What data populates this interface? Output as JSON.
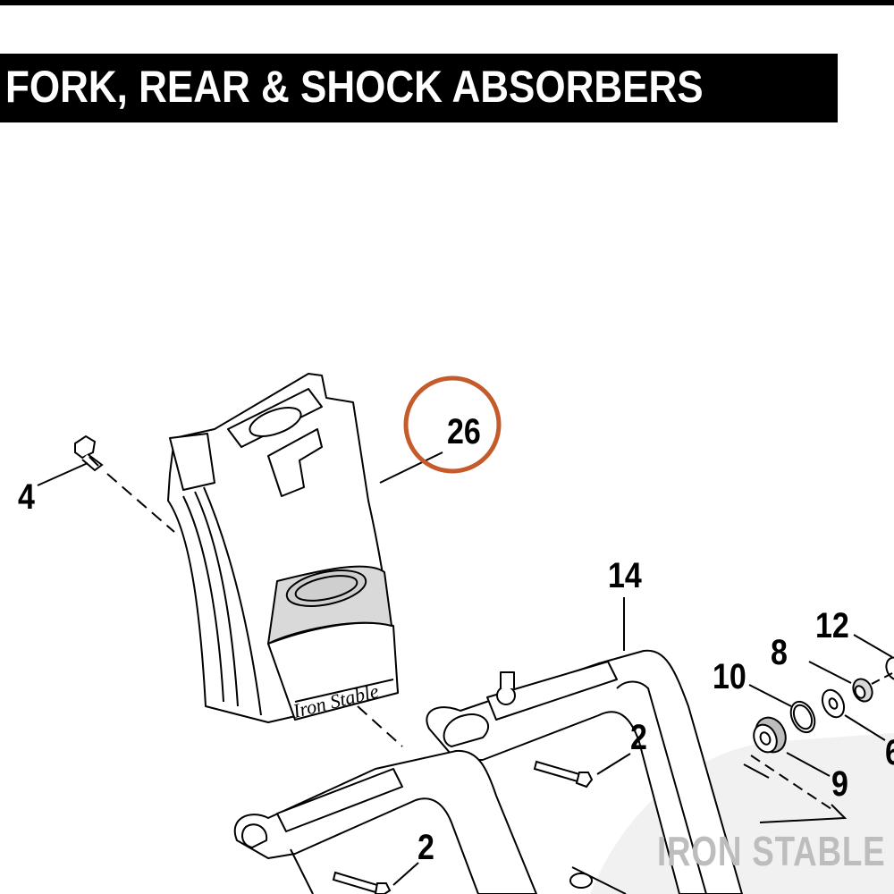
{
  "header": {
    "title": "FORK, REAR & SHOCK ABSORBERS"
  },
  "callouts": {
    "c26": "26",
    "c4": "4",
    "c14": "14",
    "c12": "12",
    "c8": "8",
    "c10": "10",
    "c6": "6",
    "c9": "9",
    "c2a": "2",
    "c2b": "2"
  },
  "watermark": "IRON STABLE",
  "colors": {
    "highlight_circle": "#c55a2b",
    "title_bar": "#000000",
    "watermark": "#bdbdbd"
  }
}
